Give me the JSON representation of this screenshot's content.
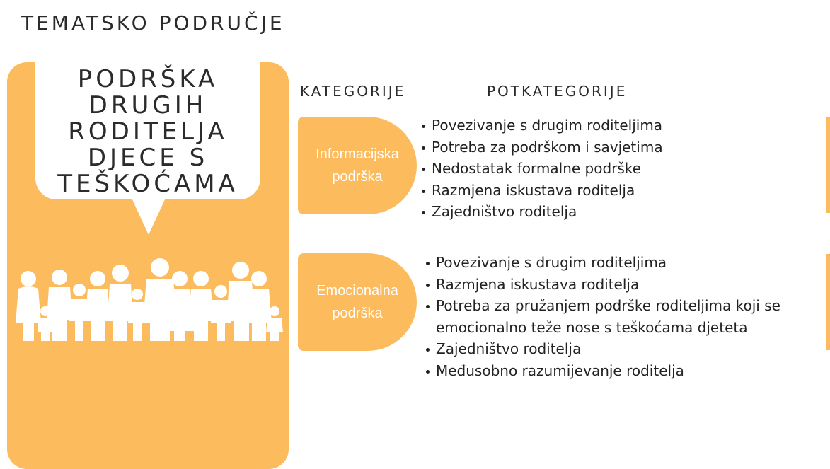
{
  "heading": "TEMATSKO PODRUČJE",
  "theme": {
    "title_lines": [
      "PODRŠKA",
      "DRUGIH",
      "RODITELJA",
      "DJECE S",
      "TEŠKOĆAMA"
    ],
    "illustration": "family-group-icon"
  },
  "columns": {
    "categories": "KATEGORIJE",
    "subcategories": "POTKATEGORIJE"
  },
  "categories": [
    {
      "label_lines": [
        "Informacijska",
        "podrška"
      ],
      "subcategories": [
        "Povezivanje s drugim roditeljima",
        "Potreba za podrškom i savjetima",
        "Nedostatak formalne podrške",
        "Razmjena iskustava roditelja",
        "Zajedništvo roditelja"
      ]
    },
    {
      "label_lines": [
        "Emocionalna",
        "podrška"
      ],
      "subcategories": [
        "Povezivanje s drugim roditeljima",
        "Razmjena iskustava roditelja",
        "Potreba za pružanjem podrške roditeljima koji se",
        "emocionalno teže nose s teškoćama djeteta",
        "Zajedništvo roditelja",
        "Međusobno razumijevanje roditelja"
      ]
    }
  ],
  "colors": {
    "accent": "#fcbb5c",
    "text": "#222222",
    "background": "#ffffff"
  }
}
